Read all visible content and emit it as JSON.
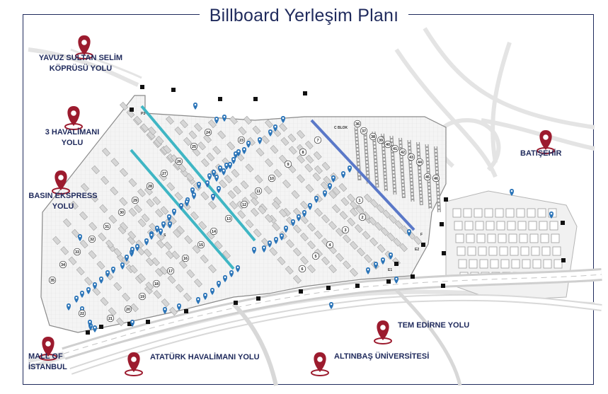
{
  "title": "Billboard Yerleşim Planı",
  "locations": [
    {
      "id": "yavuz",
      "line1": "YAVUZ SULTAN SELİM",
      "line2": "KÖPRÜSÜ YOLU"
    },
    {
      "id": "havalimani3",
      "line1": "3 HAVALİMANI",
      "line2": "YOLU"
    },
    {
      "id": "basin",
      "line1": "BASIN EKSPRESS",
      "line2": "YOLU"
    },
    {
      "id": "mall",
      "line1": "MALL OF",
      "line2": "İSTANBUL"
    },
    {
      "id": "ataturk",
      "line1": "ATATÜRK HAVALİMANI YOLU"
    },
    {
      "id": "altinbas",
      "line1": "ALTINBAŞ ÜNİVERSİTESİ"
    },
    {
      "id": "tem",
      "line1": "TEM EDİRNE YOLU"
    },
    {
      "id": "batisehir",
      "line1": "BATIŞEHİR"
    }
  ],
  "map_labels": {
    "blocks": [
      "1",
      "2",
      "3",
      "4",
      "5",
      "6",
      "7",
      "8",
      "9",
      "10",
      "11",
      "12",
      "13",
      "14",
      "15",
      "16",
      "17",
      "18",
      "19",
      "20",
      "21",
      "22",
      "23",
      "24",
      "25",
      "26",
      "27",
      "28",
      "29",
      "30",
      "31",
      "32",
      "33",
      "34",
      "35",
      "36",
      "37",
      "38",
      "39",
      "40",
      "41",
      "42",
      "43",
      "44",
      "45",
      "46"
    ],
    "codes": [
      "P1",
      "C BLOK",
      "E1",
      "E2",
      "F",
      "S"
    ]
  },
  "colors": {
    "frame": "#1f2a5c",
    "marker": "#9c1b2e",
    "pin": "#2a74b8",
    "teal_line": "#3fb6c4",
    "blue_line": "#5a78c8",
    "block_fill": "#d6d6d6",
    "block_stroke": "#9a9a9a",
    "road": "#e8e8e8"
  }
}
